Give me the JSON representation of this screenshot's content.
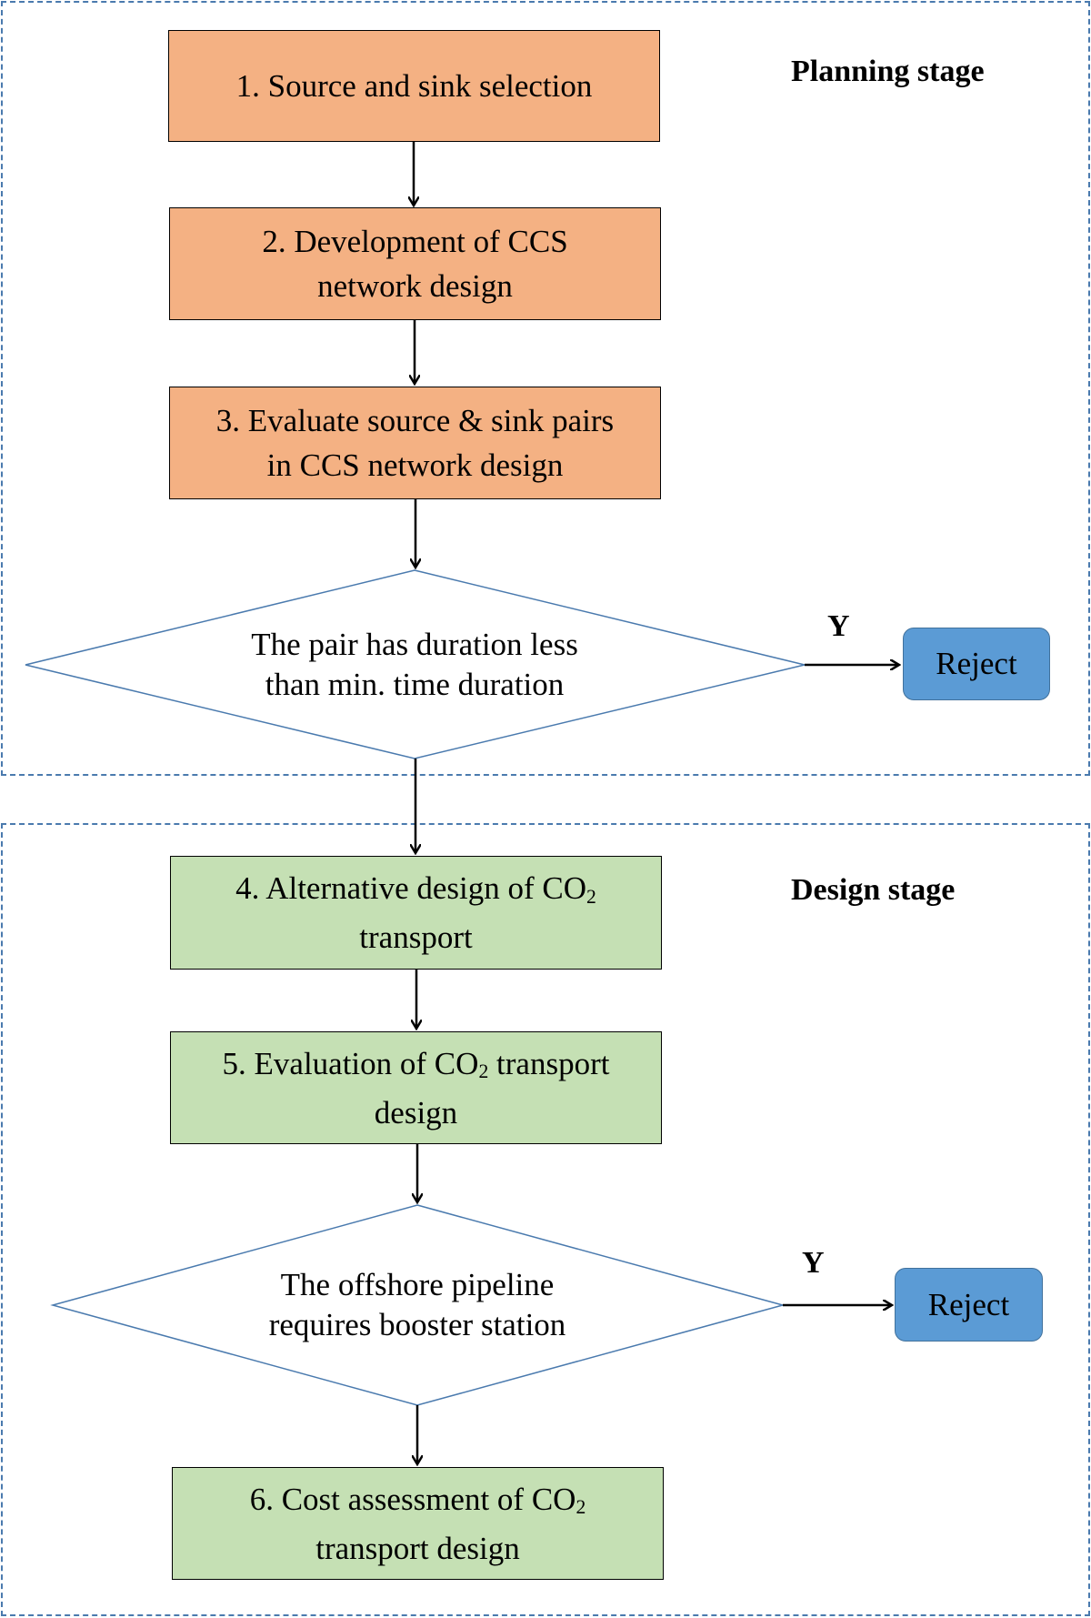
{
  "planning": {
    "label": "Planning stage",
    "step1": [
      "1. Source and sink selection"
    ],
    "step2": [
      "2. Development of CCS",
      "network design"
    ],
    "step3": [
      "3. Evaluate source & sink pairs",
      "in CCS network design"
    ],
    "decision": [
      "The pair has duration less",
      "than min. time duration"
    ],
    "yes_label": "Y",
    "reject_label": "Reject"
  },
  "design": {
    "label": "Design stage",
    "step4": [
      "4. Alternative design of CO",
      "2",
      "transport"
    ],
    "step5": [
      "5. Evaluation of CO",
      "2",
      " transport",
      "design"
    ],
    "decision": [
      "The offshore pipeline",
      "requires booster station"
    ],
    "step6": [
      "6. Cost assessment of CO",
      "2",
      "transport design"
    ],
    "yes_label": "Y",
    "reject_label": "Reject"
  },
  "colors": {
    "planning_box": "#f4b183",
    "design_box": "#c5e0b4",
    "reject_box": "#5b9bd5",
    "frame_dash": "#4a7aae",
    "diamond_stroke": "#4a7aae"
  }
}
